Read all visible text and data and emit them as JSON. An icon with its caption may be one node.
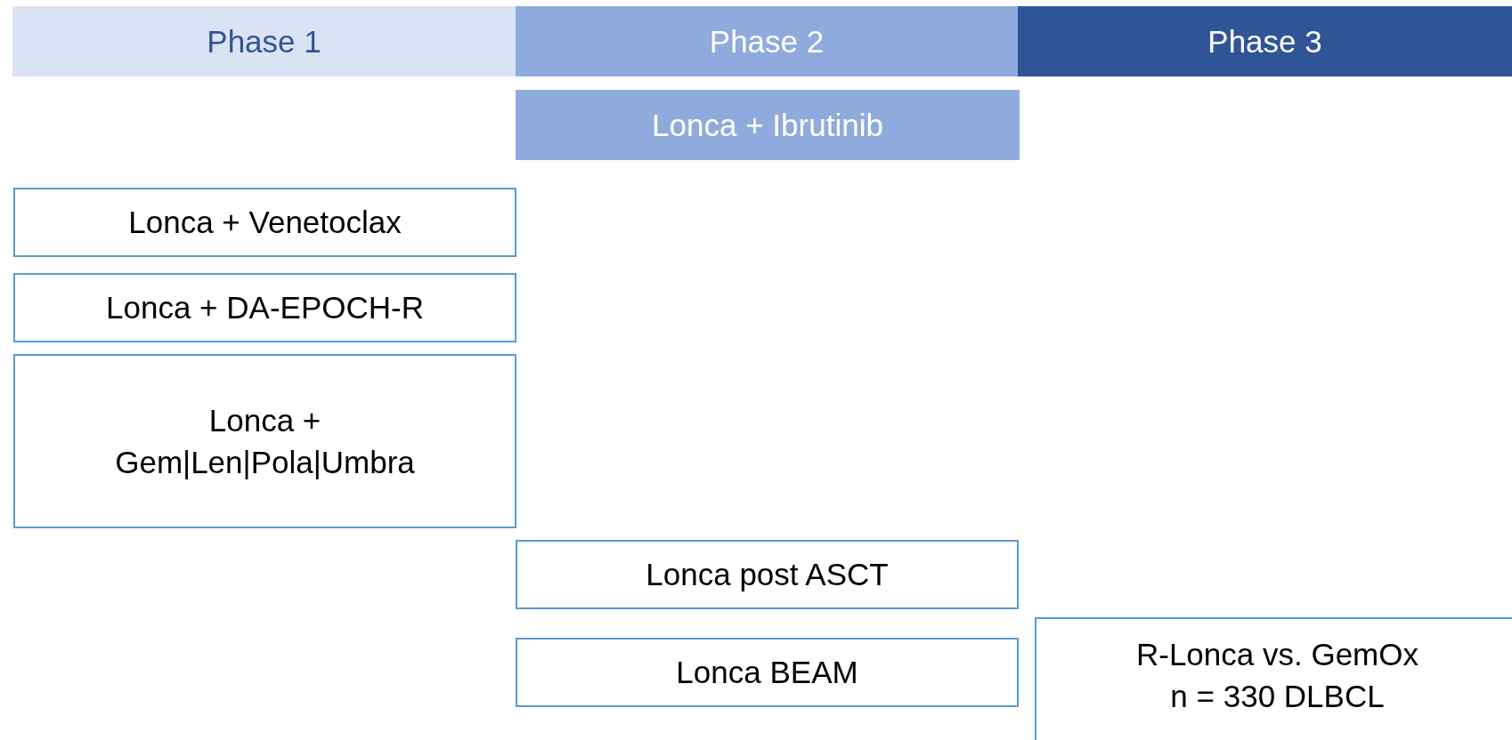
{
  "diagram": {
    "nodes": [
      {
        "text": [
          "Phase 1"
        ]
      },
      {
        "text": [
          "Phase 2"
        ]
      },
      {
        "text": [
          "Phase 3"
        ]
      },
      {
        "text": [
          "Lonca + Ibrutinib"
        ]
      },
      {
        "text": [
          "Lonca + Venetoclax"
        ]
      },
      {
        "text": [
          "Lonca + DA-EPOCH-R"
        ]
      },
      {
        "text": [
          "Lonca + Gem|Len|Pola|Umbra"
        ]
      },
      {
        "text": [
          "Lonca post ASCT"
        ]
      },
      {
        "text": [
          "Lonca BEAM"
        ]
      },
      {
        "text": [
          "R-Lonca vs. GemOx n = 330 DLBCL"
        ]
      }
    ],
    "edges": []
  }
}
